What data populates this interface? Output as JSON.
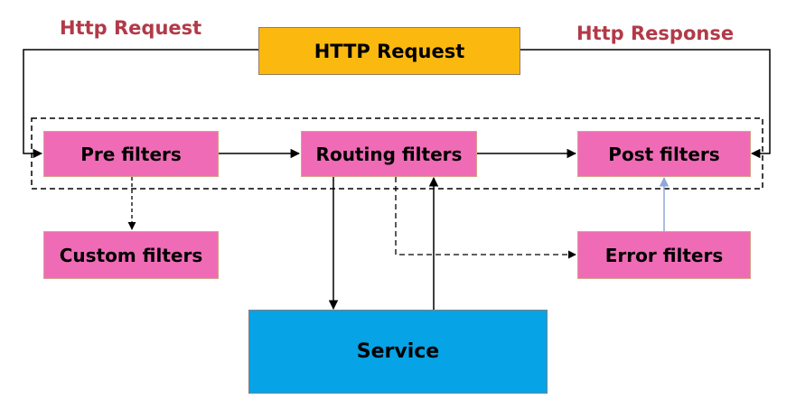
{
  "labels": {
    "left": "Http Request",
    "right": "Http Response"
  },
  "boxes": {
    "http_request": "HTTP Request",
    "pre_filters": "Pre filters",
    "routing_filters": "Routing filters",
    "post_filters": "Post filters",
    "custom_filters": "Custom filters",
    "error_filters": "Error filters",
    "service": "Service"
  },
  "colors": {
    "label_text": "#b23a48",
    "http_box": "#fbb910",
    "filter_box": "#f06bb6",
    "service_box": "#06a3e6",
    "lines": "#000000",
    "error_to_post_arrow": "#8fa7d6"
  }
}
